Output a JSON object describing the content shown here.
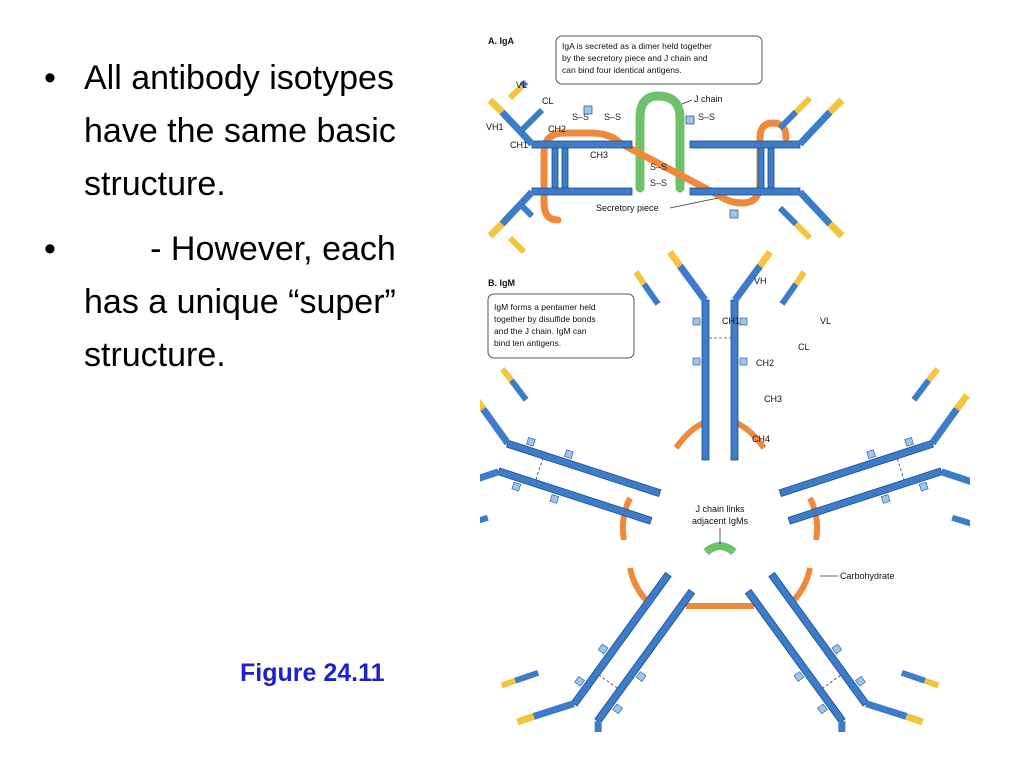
{
  "slide": {
    "bullets": [
      {
        "text": "All antibody isotypes have the same basic structure."
      },
      {
        "text": "       - However, each has a unique “super” structure."
      }
    ],
    "caption": "Figure 24.11"
  },
  "figure": {
    "panel_a": {
      "title": "A. IgA",
      "note_lines": [
        "IgA is secreted as a dimer held together",
        "by the secretory piece and J chain and",
        "can bind four identical antigens."
      ],
      "labels": {
        "vl": "VL",
        "cl": "CL",
        "vh1": "VH1",
        "ch1": "CH1",
        "ch2": "CH2",
        "ch3": "CH3",
        "j_chain": "J chain",
        "secretory_piece": "Secretory piece"
      }
    },
    "panel_b": {
      "title": "B. IgM",
      "note_lines": [
        "IgM forms a pentamer held",
        "together by disulfide bonds",
        "and the J chain. IgM can",
        "bind ten antigens."
      ],
      "labels": {
        "vh": "VH",
        "vl": "VL",
        "cl": "CL",
        "ch1": "CH1",
        "ch2": "CH2",
        "ch3": "CH3",
        "ch4": "CH4",
        "j_chain_links": [
          "J chain links",
          "adjacent IgMs"
        ],
        "carbohydrate": "Carbohydrate"
      }
    },
    "disulfide": "S–S",
    "colors": {
      "heavy_chain": "#3D7CC9",
      "heavy_edge": "#1F4E8C",
      "variable_tip": "#F2C53D",
      "light_chain": "#3D7CC9",
      "secretory_piece": "#EF8A3C",
      "j_chain": "#6CC16A",
      "carbohydrate": "#9CC6EE"
    }
  }
}
